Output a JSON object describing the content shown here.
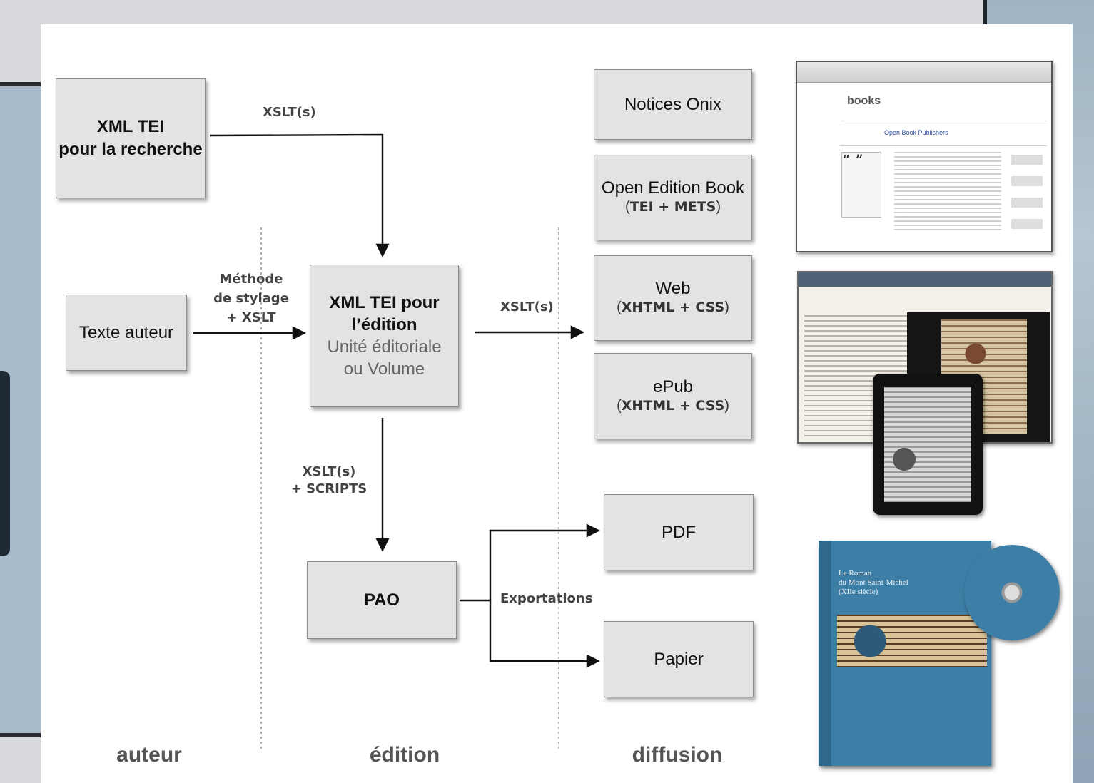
{
  "boxes": {
    "xml_tei_recherche": {
      "line1": "XML TEI",
      "line2": "pour la recherche"
    },
    "texte_auteur": {
      "label": "Texte auteur"
    },
    "xml_tei_edition": {
      "line1": "XML TEI pour",
      "line2": "l’édition",
      "line3": "Unité éditoriale",
      "line4": "ou Volume"
    },
    "pao": {
      "label": "PAO"
    },
    "notices_onix": {
      "label": "Notices Onix"
    },
    "open_edition_book": {
      "line1": "Open Edition Book",
      "open": "(",
      "sub": "TEI + METS",
      "close": ")"
    },
    "web": {
      "line1": "Web",
      "open": "(",
      "sub": "XHTML + CSS",
      "close": ")"
    },
    "epub": {
      "line1": "ePub",
      "open": "(",
      "sub": "XHTML + CSS",
      "close": ")"
    },
    "pdf": {
      "label": "PDF"
    },
    "papier": {
      "label": "Papier"
    }
  },
  "labels": {
    "xslt_top": "XSLT(s)",
    "methode_line1": "Méthode",
    "methode_line2": "de stylage",
    "methode_line3": "+ XSLT",
    "xslt_right": "XSLT(s)",
    "xslt_scripts_line1": "XSLT(s)",
    "xslt_scripts_line2": "+ SCRIPTS",
    "exportations": "Exportations"
  },
  "columns": {
    "auteur": "auteur",
    "edition": "édition",
    "diffusion": "diffusion"
  },
  "thumbnails": {
    "openedition_site": {
      "logo": "books",
      "title": "Open Book Publishers",
      "quote": "“ ”"
    },
    "book_cover": {
      "title_line1": "Le Roman",
      "title_line2": "du Mont Saint-Michel",
      "title_line3": "(XIIe siècle)"
    }
  }
}
